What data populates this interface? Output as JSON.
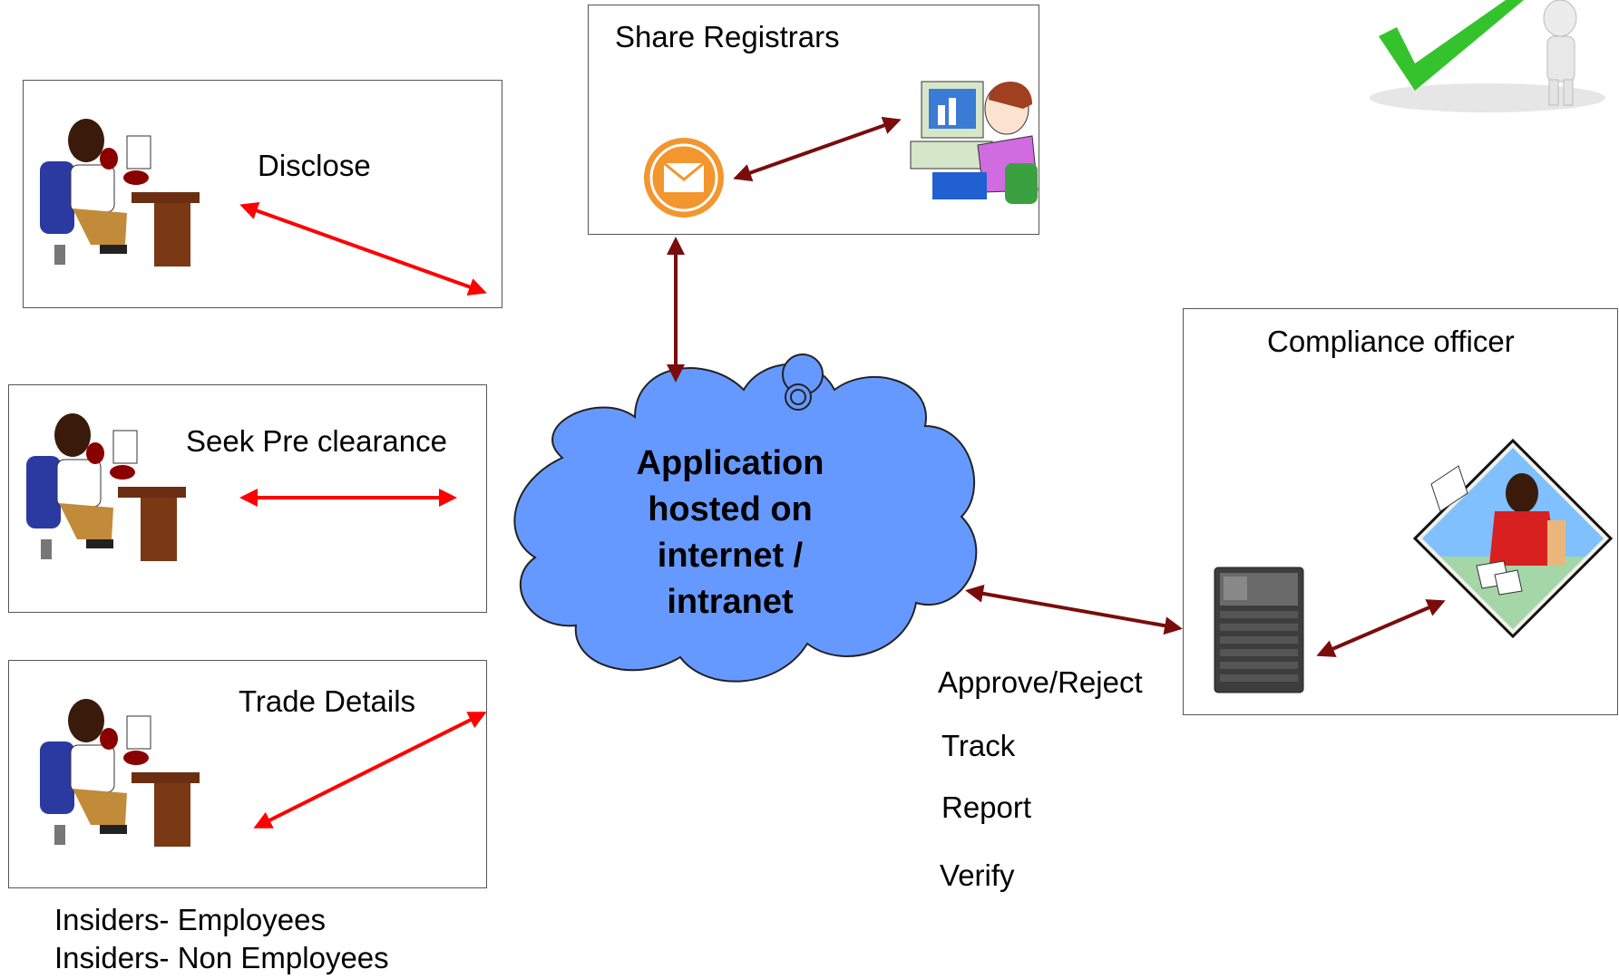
{
  "insider_boxes": {
    "disclose": "Disclose",
    "preclearance": "Seek Pre clearance",
    "trade": "Trade Details"
  },
  "registrars": {
    "title": "Share Registrars"
  },
  "cloud": {
    "line1": "Application",
    "line2": "hosted on",
    "line3": "internet /",
    "line4": "intranet"
  },
  "compliance": {
    "title": "Compliance officer"
  },
  "actions": [
    "Approve/Reject",
    "Track",
    "Report",
    "Verify"
  ],
  "footer": [
    "Insiders- Employees",
    "Insiders- Non Employees"
  ],
  "colors": {
    "red_arrow": "#ff0000",
    "dark_arrow": "#7b0c0c",
    "cloud_fill": "#6699ff",
    "mail_orange": "#f3962e"
  }
}
